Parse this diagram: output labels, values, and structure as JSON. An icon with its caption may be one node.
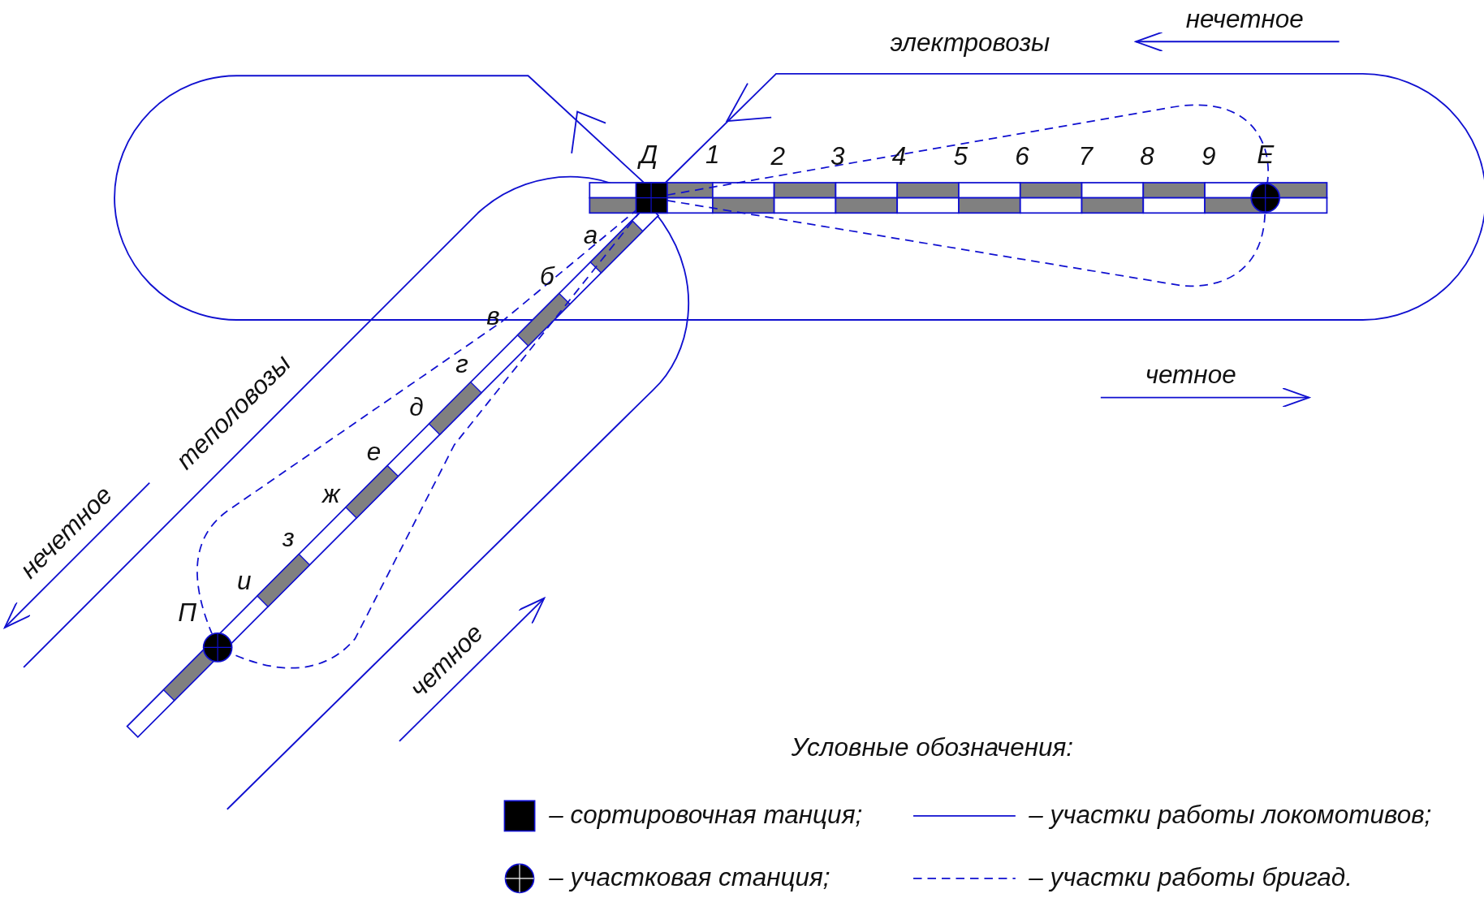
{
  "diagram": {
    "nodes": [
      {
        "text": [
          "Д"
        ]
      },
      {
        "text": [
          "Е"
        ]
      },
      {
        "text": [
          "П"
        ]
      }
    ],
    "edges": [
      {
        "from": 0,
        "to": 1,
        "arrow": "none",
        "style": "dashed"
      },
      {
        "from": 0,
        "to": 1,
        "arrow": "none",
        "style": "dashed"
      },
      {
        "from": 0,
        "to": 2,
        "arrow": "none",
        "style": "dashed"
      },
      {
        "from": 0,
        "to": 2,
        "arrow": "none",
        "style": "dashed"
      }
    ],
    "labels": [
      "нечетное",
      "электровозы",
      "1",
      "2",
      "3",
      "4",
      "5",
      "6",
      "7",
      "8",
      "9",
      "а",
      "б",
      "в",
      "г",
      "д",
      "е",
      "ж",
      "з",
      "и",
      "теполовозы",
      "нечетное",
      "четное",
      "четное",
      "Условные обозначения:"
    ],
    "legend": [
      {
        "text": "– сортировочная танция;"
      },
      {
        "text": "– участки работы локомотивов;"
      },
      {
        "text": "– участковая станция;"
      },
      {
        "text": "– участки работы бригад."
      }
    ]
  }
}
